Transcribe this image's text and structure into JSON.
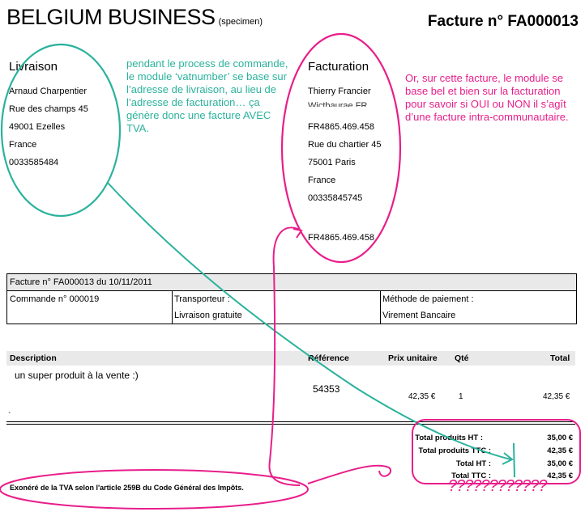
{
  "header": {
    "company": "BELGIUM BUSINESS",
    "specimen": "(specimen)",
    "invoice_title": "Facture n° FA000013"
  },
  "livraison": {
    "title": "Livraison",
    "lines": [
      "Arnaud Charpentier",
      "Rue des champs 45",
      "49001 Ezelles",
      "France",
      "0033585484"
    ]
  },
  "facturation": {
    "title": "Facturation",
    "lines": [
      "Thierry Francier",
      "Wictbaurae FR",
      "FR4865.469.458",
      "Rue du chartier 45",
      "75001 Paris",
      "France",
      "00335845745"
    ],
    "vat": "FR4865.469.458"
  },
  "annotations": {
    "teal_note": "pendant le process de commande, le module ‘vatnumber’ se base sur l’adresse de livraison, au lieu de l’adresse de facturation… ça génère donc une facture AVEC TVA.",
    "pink_note": "Or, sur cette facture, le module se base bel et bien sur la facturation pour savoir si OUI ou NON il s’agît d’une facture intra-communautaire.",
    "question_marks": "????????????"
  },
  "info": {
    "facture_line": "Facture n° FA000013 du 10/11/2011",
    "commande": "Commande n° 000019",
    "transporteur_label": "Transporteur :",
    "transporteur_value": "Livraison gratuite",
    "paiement_label": "Méthode de paiement :",
    "paiement_value": "Virement Bancaire"
  },
  "table": {
    "headers": [
      "Description",
      "Référence",
      "Prix unitaire",
      "Qté",
      "Total"
    ],
    "rows": [
      {
        "description": "un super produit à la vente :)",
        "reference": "54353",
        "prix": "42,35 €",
        "qte": "1",
        "total": "42,35 €"
      }
    ]
  },
  "totals": [
    {
      "label": "Total produits HT :",
      "value": "35,00 €"
    },
    {
      "label": "Total produits TTC :",
      "value": "42,35 €"
    },
    {
      "label": "Total HT :",
      "value": "35,00 €"
    },
    {
      "label": "Total TTC :",
      "value": "42,35 €"
    }
  ],
  "footer": "Exonéré de la TVA selon l'article 259B du Code Général des Impôts.",
  "colors": {
    "teal": "#2bb29c",
    "pink": "#e81e8a",
    "header_gray": "#e9e9e9"
  }
}
